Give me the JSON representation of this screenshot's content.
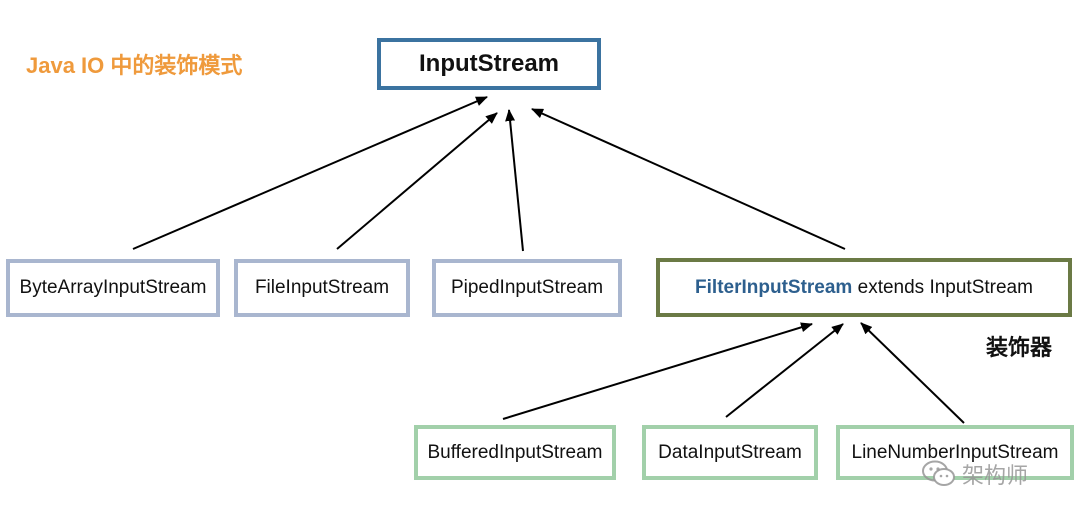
{
  "title": "Java IO 中的装饰模式",
  "root": {
    "label": "InputStream"
  },
  "level1": [
    {
      "label": "ByteArrayInputStream"
    },
    {
      "label": "FileInputStream"
    },
    {
      "label": "PipedInputStream"
    }
  ],
  "decorator": {
    "name": "FilterInputStream",
    "suffix": " extends InputStream",
    "role_label": "装饰器"
  },
  "level2": [
    {
      "label": "BufferedInputStream"
    },
    {
      "label": "DataInputStream"
    },
    {
      "label": "LineNumberInputStream"
    }
  ],
  "watermark": {
    "text": "架构师",
    "icon": "wechat-icon"
  },
  "colors": {
    "title": "#ef9a3c",
    "root_border": "#3b73a0",
    "level1_border": "#a9b6cf",
    "decorator_border": "#6b7a45",
    "decorator_name": "#2d5f8e",
    "level2_border": "#a2d0aa"
  }
}
